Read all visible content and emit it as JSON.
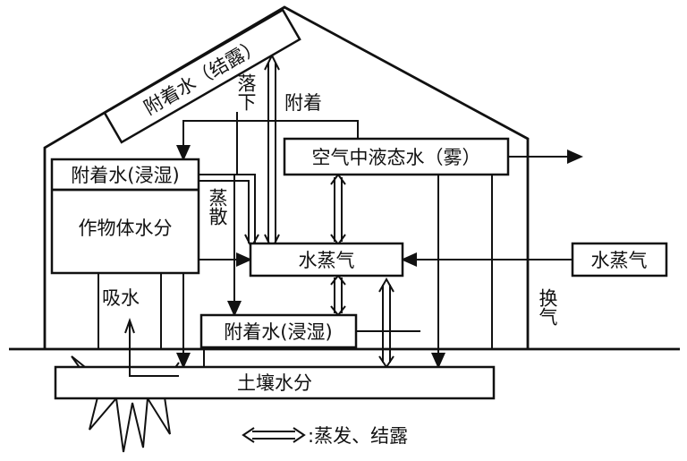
{
  "roof_box": "附着水（结露）",
  "fall_label": "落下",
  "attach_label": "附着",
  "fog_box": "空气中液态水（雾）",
  "crop_wet_box": "附着水(浸湿)",
  "crop_water_box": "作物体水分",
  "transpiration_label": "蒸散",
  "vapor_center_box": "水蒸气",
  "vapor_outside_box": "水蒸气",
  "ventilation_label": "换气",
  "absorb_label": "吸水",
  "ground_wet_box": "附着水(浸湿)",
  "soil_box": "土壤水分",
  "legend": {
    "text": ":蒸发、结露",
    "icon": "double-arrow-icon"
  }
}
